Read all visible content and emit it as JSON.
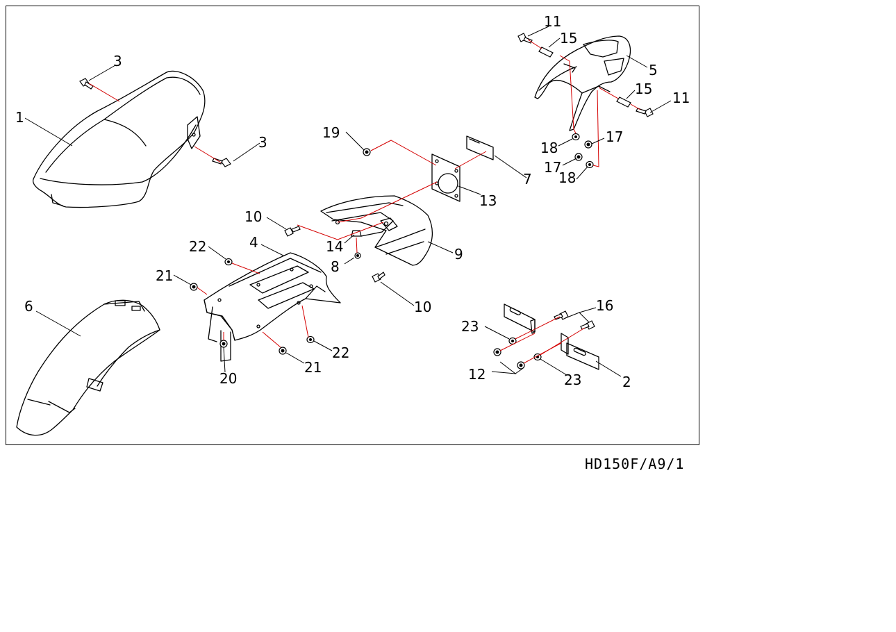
{
  "drawing_code": "HD150F/A9/1",
  "callouts": {
    "c1": "1",
    "c2": "2",
    "c3a": "3",
    "c3b": "3",
    "c4": "4",
    "c5": "5",
    "c6": "6",
    "c7": "7",
    "c8": "8",
    "c9": "9",
    "c10a": "10",
    "c10b": "10",
    "c11a": "11",
    "c11b": "11",
    "c12": "12",
    "c13": "13",
    "c14": "14",
    "c15a": "15",
    "c15b": "15",
    "c16": "16",
    "c17a": "17",
    "c17b": "17",
    "c18a": "18",
    "c18b": "18",
    "c19": "19",
    "c20": "20",
    "c21a": "21",
    "c21b": "21",
    "c22a": "22",
    "c22b": "22",
    "c23a": "23",
    "c23b": "23"
  },
  "colors": {
    "assembly_line": "#d40000",
    "frame": "#000000",
    "background": "#ffffff"
  }
}
